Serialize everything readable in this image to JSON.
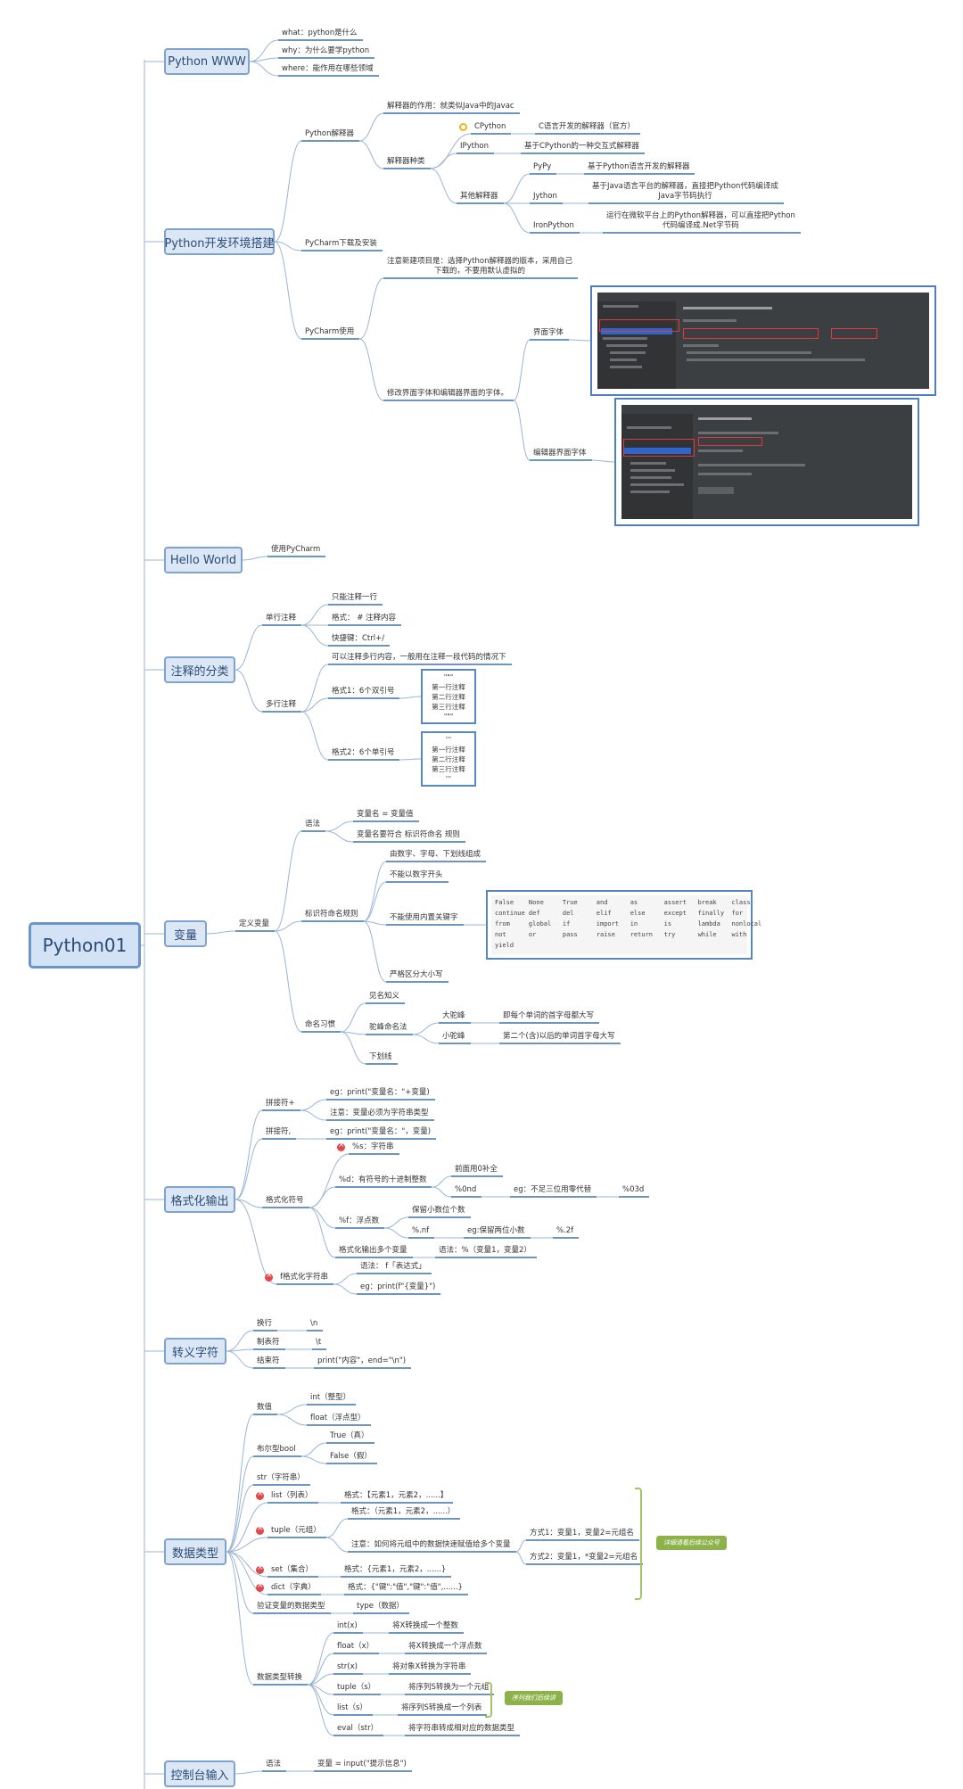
{
  "root": "Python01",
  "sections": {
    "www": {
      "title": "Python WWW",
      "what": "what：python是什么",
      "why": "why：为什么要学python",
      "where": "where：能作用在哪些领域"
    },
    "env": {
      "title": "Python开发环境搭建",
      "interp": "Python解释器",
      "interp_role": "解释器的作用：就类似Java中的Javac",
      "interp_types": "解释器种类",
      "cpython": "CPython",
      "cpython_desc": "C语言开发的解释器（官方）",
      "ipython": "IPython",
      "ipython_desc": "基于CPython的一种交互式解释器",
      "other": "其他解释器",
      "pypy": "PyPy",
      "pypy_desc": "基于Python语言开发的解释器",
      "jython": "Jython",
      "jython_desc": "基于Java语言平台的解释器，直接把Python代码编译成\nJava字节码执行",
      "ironpython": "IronPython",
      "ironpython_desc": "运行在微软平台上的Python解释器，可以直接把Python\n代码编译成.Net字节码",
      "pycharm_dl": "PyCharm下载及安装",
      "pycharm_use": "PyCharm使用",
      "new_proj_note": "注意新建项目是：选择Python解释器的版本，采用自己\n下载的，不要用默认虚拟的",
      "font_change": "修改界面字体和编辑器界面的字体。",
      "ui_font": "界面字体",
      "editor_font": "编辑器界面字体"
    },
    "hello": {
      "title": "Hello World",
      "use": "使用PyCharm"
    },
    "comments": {
      "title": "注释的分类",
      "single": "单行注释",
      "single_one": "只能注释一行",
      "single_fmt": "格式：  # 注释内容",
      "shortcut": "快捷键：Ctrl+/",
      "multi": "多行注释",
      "multi_desc": "可以注释多行内容，一般用在注释一段代码的情况下",
      "fmt1": "格式1：6个双引号",
      "fmt1_code": "\"\"\"\n第一行注释\n第二行注释\n第三行注释\n\"\"\"",
      "fmt2": "格式2：6个单引号",
      "fmt2_code": "'''\n第一行注释\n第二行注释\n第三行注释\n'''"
    },
    "vars": {
      "title": "变量",
      "define": "定义变量",
      "syntax": "语法",
      "syntax_eq": "变量名 =  变量值",
      "syntax_rule": "变量名要符合 标识符命名 规则",
      "ident": "标识符命名规则",
      "ident_1": "由数字、字母、下划线组成",
      "ident_2": "不能以数字开头",
      "ident_3": "不能使用内置关键字",
      "ident_4": "严格区分大小写",
      "keywords": "False    None     True     and      as       assert   break    class\ncontinue def      del      elif     else     except   finally  for\nfrom     global   if       import   in       is       lambda   nonlocal\nnot      or       pass     raise    return   try      while    with\nyield",
      "naming": "命名习惯",
      "meaning": "见名知义",
      "camel": "驼峰命名法",
      "big_camel": "大驼峰",
      "big_camel_desc": "即每个单词的首字母都大写",
      "small_camel": "小驼峰",
      "small_camel_desc": "第二个(含)以后的单词首字母大写",
      "underscore": "下划线"
    },
    "fmt": {
      "title": "格式化输出",
      "plus": "拼接符+",
      "plus_eg": "eg：print(\"变量名：\"+变量)",
      "plus_note": "注意：变量必须为字符串类型",
      "comma": "拼接符,",
      "comma_eg": "eg：print(\"变量名：\"，变量)",
      "placeholder": "格式化符号",
      "s": "%s：字符串",
      "d": "%d：有符号的十进制整数",
      "d_pad": "前面用0补全",
      "d_0nd": "%0nd",
      "d_eg": "eg：不足三位用零代替",
      "d_03d": "%03d",
      "f": "%f：浮点数",
      "f_keep": "保留小数位个数",
      "f_nf": "%.nf",
      "f_eg": "eg:保留两位小数",
      "f_2f": "%.2f",
      "multi": "格式化输出多个变量",
      "multi_syntax": "语法：%（变量1，变量2）",
      "fstr": "f格式化字符串",
      "fstr_syntax": "语法：  f「表达式」",
      "fstr_eg": "eg：print(f\"{变量}\")"
    },
    "escape": {
      "title": "转义字符",
      "newline": "换行",
      "newline_v": "\\n",
      "tab": "制表符",
      "tab_v": "\\t",
      "end": "结束符",
      "end_v": "print(\"内容\"，end=\"\\n\")"
    },
    "types": {
      "title": "数据类型",
      "num": "数值",
      "int": "int（整型）",
      "float": "float（浮点型）",
      "bool": "布尔型bool",
      "true": "True（真）",
      "false": "False（假）",
      "str": "str（字符串）",
      "list": "list（列表）",
      "list_fmt": "格式：【元素1，元素2，......】",
      "tuple": "tuple（元组）",
      "tuple_fmt": "格式：（元素1，元素2，......）",
      "tuple_note": "注意：如何将元组中的数据快速赋值给多个变量",
      "way1": "方式1：变量1，变量2=元组名",
      "way2": "方式2：变量1，*变量2=元组名",
      "unpack_tag": "详细请看后续公众号",
      "set": "set（集合）",
      "set_fmt": "格式：{元素1，元素2，......}",
      "dict": "dict（字典）",
      "dict_fmt": "格式：{\"键\":\"值\",\"键\":\"值\",......}",
      "check": "验证变量的数据类型",
      "check_v": "type（数据）",
      "conv": "数据类型转换",
      "c_int": "int(x)",
      "c_int_d": "将X转换成一个整数",
      "c_float": "float（x）",
      "c_float_d": "将X转换成一个浮点数",
      "c_str": "str(x)",
      "c_str_d": "将对象X转换为字符串",
      "c_tuple": "tuple（s）",
      "c_tuple_d": "将序列S转换为一个元组",
      "c_list": "list（s）",
      "c_list_d": "将序列S转换成一个列表",
      "c_eval": "eval（str）",
      "c_eval_d": "将字符串转成相对应的数据类型",
      "seq_tag": "序列我们后续讲"
    },
    "console": {
      "title": "控制台输入",
      "syntax": "语法",
      "syntax_v": "变量 = input(\"提示信息\")"
    }
  },
  "colors": {
    "topic_fill": "#dbe7f5",
    "topic_border": "#7fa3cd",
    "line": "#6e94c2",
    "tag": "#8db24a"
  },
  "icons": {
    "priority": "x-mark-icon",
    "star": "orange-circle-icon"
  }
}
